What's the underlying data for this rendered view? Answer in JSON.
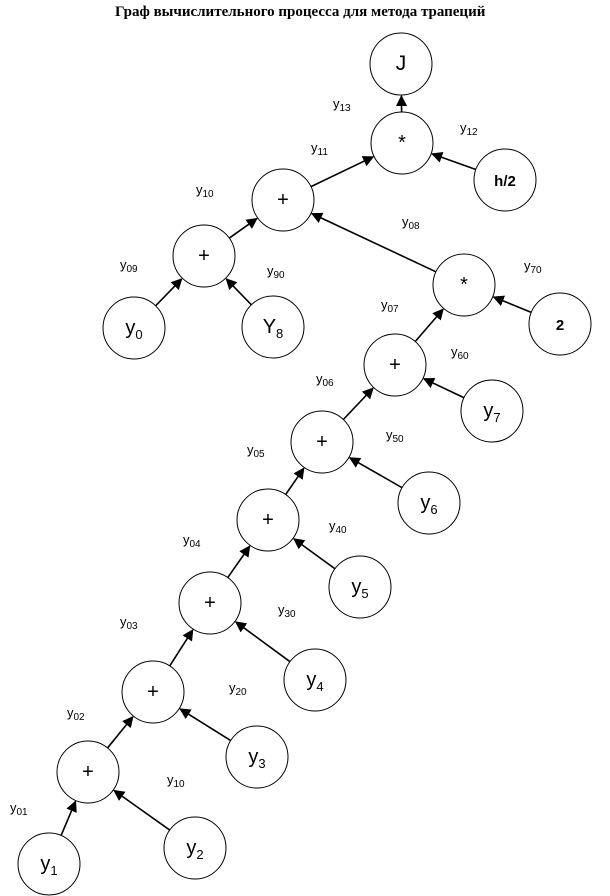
{
  "title": "Граф вычислительного процесса  для метода трапеций",
  "nodes": {
    "J": {
      "text": "J"
    },
    "m1": {
      "text": "*"
    },
    "h2": {
      "text": "h/2"
    },
    "p10": {
      "text": "+"
    },
    "p9": {
      "text": "+"
    },
    "y0": {
      "text": "y",
      "sub": "0"
    },
    "Y8": {
      "text": "Y",
      "sub": "8"
    },
    "m2": {
      "text": "*"
    },
    "two": {
      "text": "2"
    },
    "p7": {
      "text": "+"
    },
    "y7": {
      "text": "y",
      "sub": "7"
    },
    "p6": {
      "text": "+"
    },
    "y6": {
      "text": "y",
      "sub": "6"
    },
    "p5": {
      "text": "+"
    },
    "y5": {
      "text": "y",
      "sub": "5"
    },
    "p4": {
      "text": "+"
    },
    "y4": {
      "text": "y",
      "sub": "4"
    },
    "p3": {
      "text": "+"
    },
    "y3": {
      "text": "y",
      "sub": "3"
    },
    "p2": {
      "text": "+"
    },
    "y2": {
      "text": "y",
      "sub": "2"
    },
    "y1": {
      "text": "y",
      "sub": "1"
    }
  },
  "edge_labels": {
    "e13": {
      "text": "y",
      "sub": "13"
    },
    "e12": {
      "text": "y",
      "sub": "12"
    },
    "e11": {
      "text": "y",
      "sub": "11"
    },
    "e10": {
      "text": "y",
      "sub": "10"
    },
    "e09": {
      "text": "y",
      "sub": "09"
    },
    "e90": {
      "text": "y",
      "sub": "90"
    },
    "e08": {
      "text": "y",
      "sub": "08"
    },
    "e70": {
      "text": "y",
      "sub": "70"
    },
    "e07": {
      "text": "y",
      "sub": "07"
    },
    "e60": {
      "text": "y",
      "sub": "60"
    },
    "e06": {
      "text": "y",
      "sub": "06"
    },
    "e50": {
      "text": "y",
      "sub": "50"
    },
    "e05": {
      "text": "y",
      "sub": "05"
    },
    "e40": {
      "text": "y",
      "sub": "40"
    },
    "e04": {
      "text": "y",
      "sub": "04"
    },
    "e30": {
      "text": "y",
      "sub": "30"
    },
    "e03": {
      "text": "y",
      "sub": "03"
    },
    "e20": {
      "text": "y",
      "sub": "20"
    },
    "e02": {
      "text": "y",
      "sub": "02"
    },
    "e10b": {
      "text": "y",
      "sub": "10"
    },
    "e01": {
      "text": "y",
      "sub": "01"
    }
  }
}
